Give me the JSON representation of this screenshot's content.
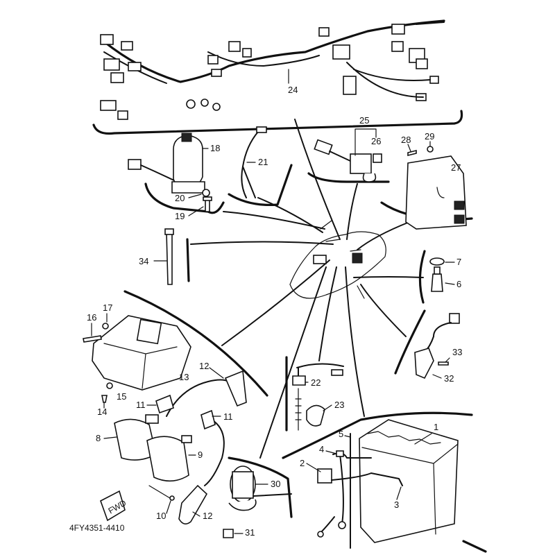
{
  "diagram": {
    "drawing_code": "4FY4351-4410",
    "fwd_label": "FWD",
    "callouts": {
      "c1": "1",
      "c2": "2",
      "c3": "3",
      "c4": "4",
      "c5": "5",
      "c6": "6",
      "c7": "7",
      "c8": "8",
      "c9": "9",
      "c10": "10",
      "c11a": "11",
      "c11b": "11",
      "c12a": "12",
      "c12b": "12",
      "c13": "13",
      "c14": "14",
      "c15": "15",
      "c16": "16",
      "c17": "17",
      "c18": "18",
      "c19": "19",
      "c20": "20",
      "c21": "21",
      "c22": "22",
      "c23": "23",
      "c24": "24",
      "c25": "25",
      "c26": "26",
      "c27": "27",
      "c28": "28",
      "c29": "29",
      "c30": "30",
      "c31": "31",
      "c32": "32",
      "c33": "33",
      "c34": "34"
    }
  }
}
